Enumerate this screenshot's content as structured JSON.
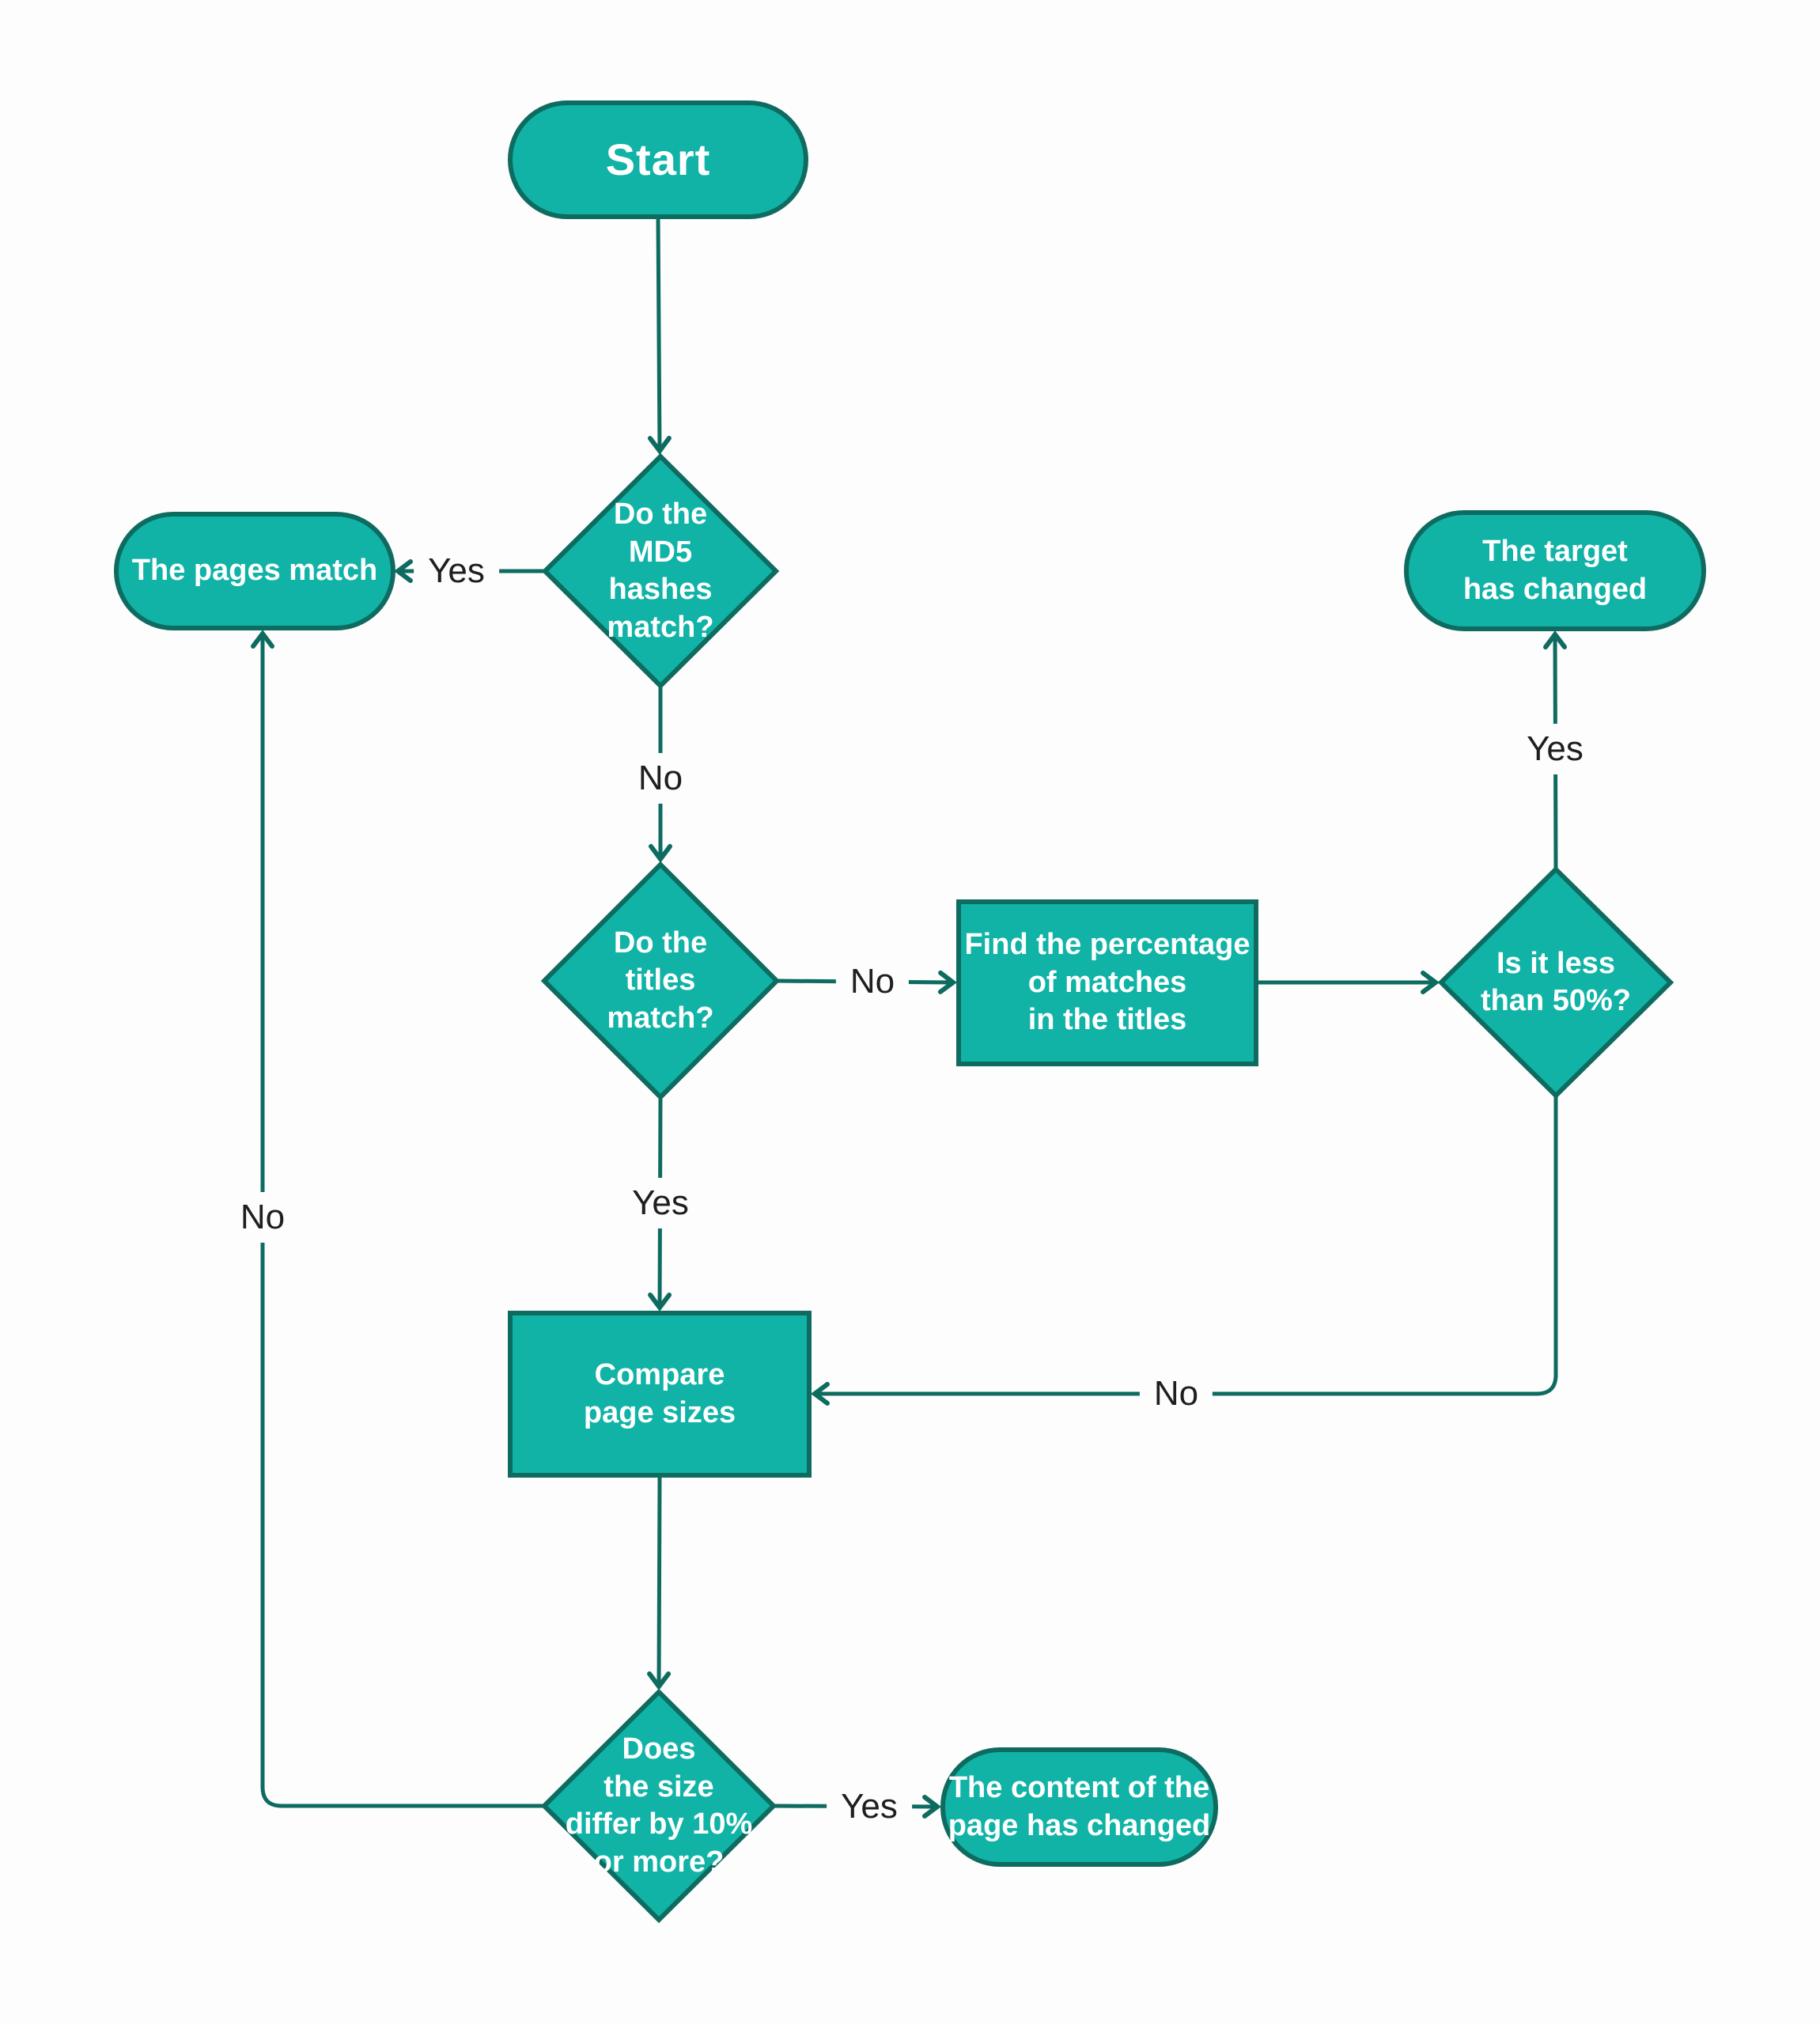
{
  "colors": {
    "node_fill": "#11B3A7",
    "node_stroke": "#0E6B60",
    "connector": "#0E6B60",
    "node_text": "#FFFFFF",
    "label_text": "#1F1F1F",
    "background": "#FDFDFD"
  },
  "nodes": {
    "start": {
      "type": "terminator",
      "label": "Start"
    },
    "md5_match": {
      "type": "decision",
      "label": "Do the\nMD5\nhashes\nmatch?"
    },
    "pages_match": {
      "type": "terminator",
      "label": "The pages match"
    },
    "target_changed": {
      "type": "terminator",
      "label": "The target\nhas changed"
    },
    "titles_match": {
      "type": "decision",
      "label": "Do the\ntitles\nmatch?"
    },
    "find_percentage": {
      "type": "process",
      "label": "Find the percentage\nof matches\nin the titles"
    },
    "less_than_50": {
      "type": "decision",
      "label": "Is it less\nthan 50%?"
    },
    "compare_sizes": {
      "type": "process",
      "label": "Compare\npage sizes"
    },
    "size_differs": {
      "type": "decision",
      "label": "Does\nthe size\ndiffer by 10%\nor more?"
    },
    "content_changed": {
      "type": "terminator",
      "label": "The content of the\npage has changed"
    }
  },
  "edge_labels": {
    "md5_yes": "Yes",
    "md5_no": "No",
    "titles_no": "No",
    "titles_yes": "Yes",
    "less50_yes": "Yes",
    "less50_no": "No",
    "size_no": "No",
    "size_yes": "Yes"
  }
}
